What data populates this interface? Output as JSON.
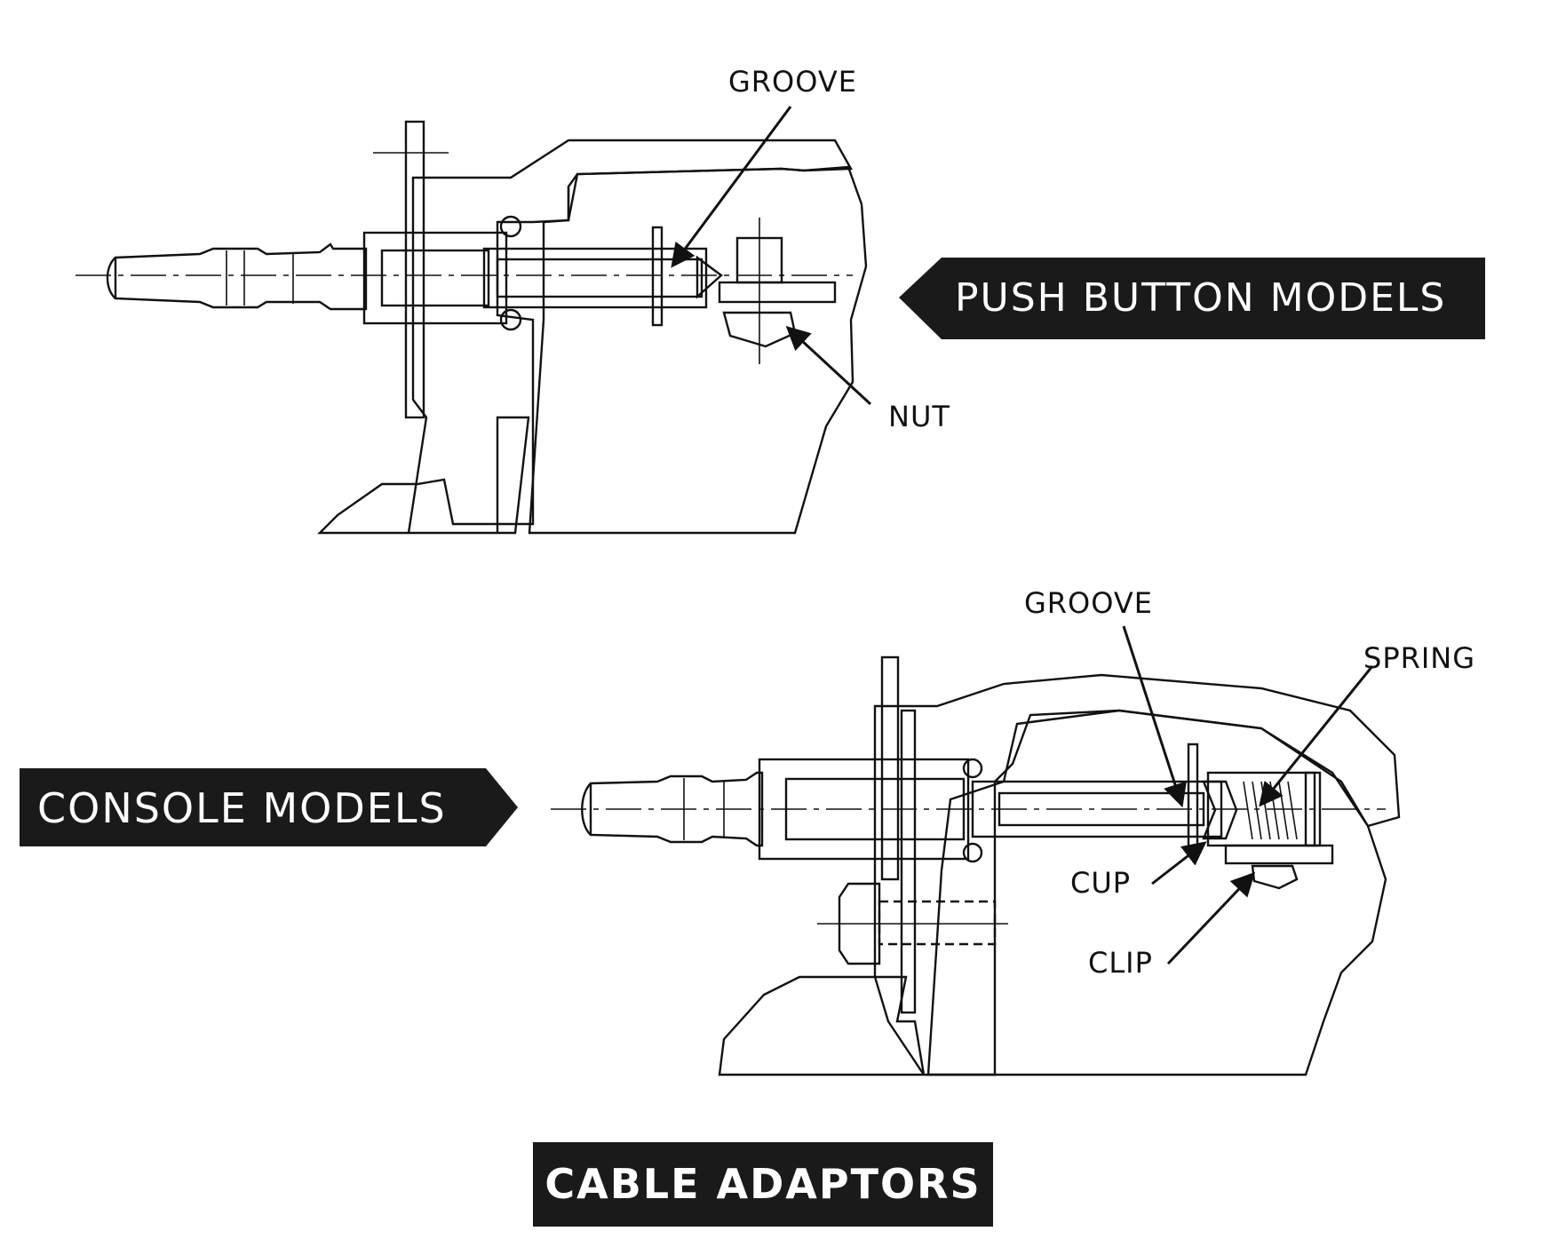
{
  "title": "CABLE ADAPTORS",
  "push_button": {
    "banner": "PUSH BUTTON MODELS",
    "labels": {
      "groove": "GROOVE",
      "nut": "NUT"
    }
  },
  "console": {
    "banner": "CONSOLE MODELS",
    "labels": {
      "groove": "GROOVE",
      "spring": "SPRING",
      "cup": "CUP",
      "clip": "CLIP"
    }
  },
  "colors": {
    "banner_bg": "#1a1a1a",
    "banner_text": "#ffffff",
    "ink": "#111111"
  }
}
